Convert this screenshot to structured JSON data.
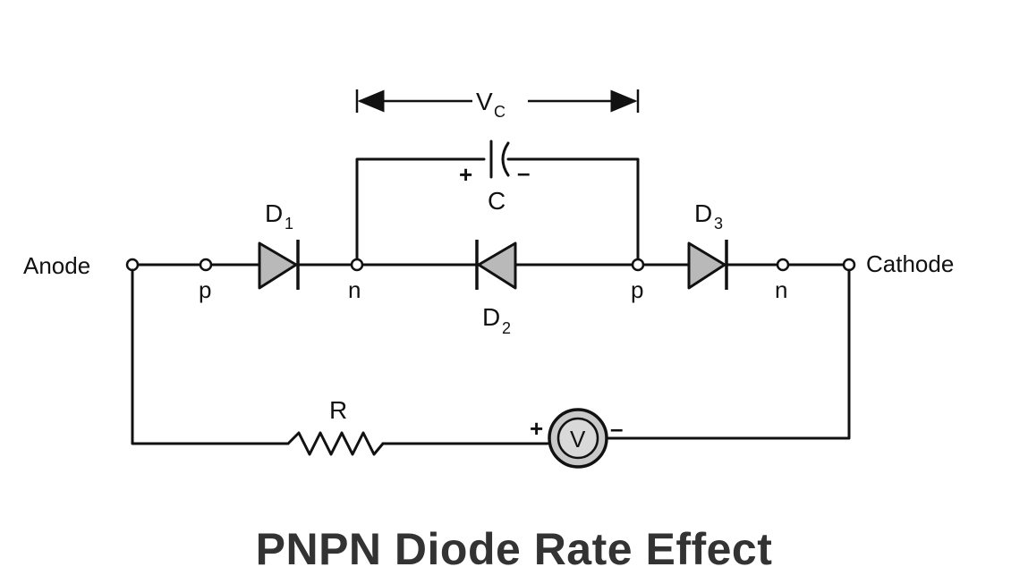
{
  "diagram": {
    "terminals": {
      "anode": "Anode",
      "cathode": "Cathode"
    },
    "layers": [
      "p",
      "n",
      "p",
      "n"
    ],
    "diodes": [
      {
        "name": "D",
        "sub": "1"
      },
      {
        "name": "D",
        "sub": "2"
      },
      {
        "name": "D",
        "sub": "3"
      }
    ],
    "capacitor": {
      "label": "C",
      "plus": "+",
      "minus": "–"
    },
    "voltage_label": {
      "main": "V",
      "sub": "C"
    },
    "resistor": {
      "label": "R"
    },
    "source": {
      "label": "V",
      "plus": "+",
      "minus": "–"
    }
  },
  "caption": "PNPN Diode Rate Effect"
}
